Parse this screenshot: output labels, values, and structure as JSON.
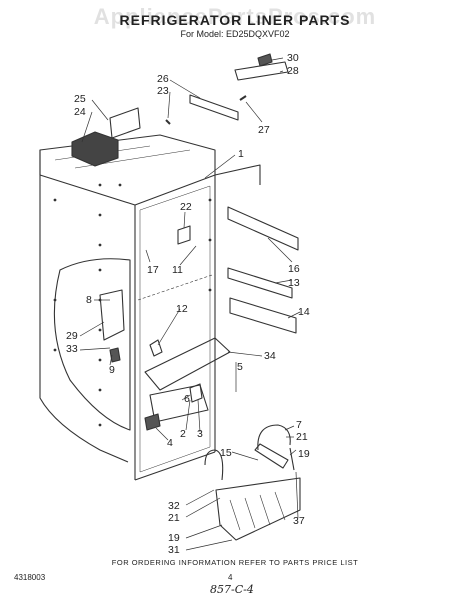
{
  "watermark": "AppliancePartsPros.com",
  "header": {
    "title": "REFRIGERATOR LINER PARTS",
    "model_line": "For Model: ED25DQXVF02"
  },
  "callouts": [
    "30",
    "28",
    "26",
    "23",
    "27",
    "25",
    "24",
    "1",
    "22",
    "17",
    "11",
    "16",
    "13",
    "14",
    "8",
    "12",
    "29",
    "33",
    "9",
    "34",
    "5",
    "6",
    "2",
    "4",
    "3",
    "7",
    "21",
    "15",
    "19",
    "32",
    "21",
    "37",
    "19",
    "31"
  ],
  "footer": {
    "note": "FOR ORDERING INFORMATION REFER TO PARTS PRICE LIST",
    "doc_number": "4318003",
    "page_number": "4",
    "handwritten": "857-C-4"
  }
}
